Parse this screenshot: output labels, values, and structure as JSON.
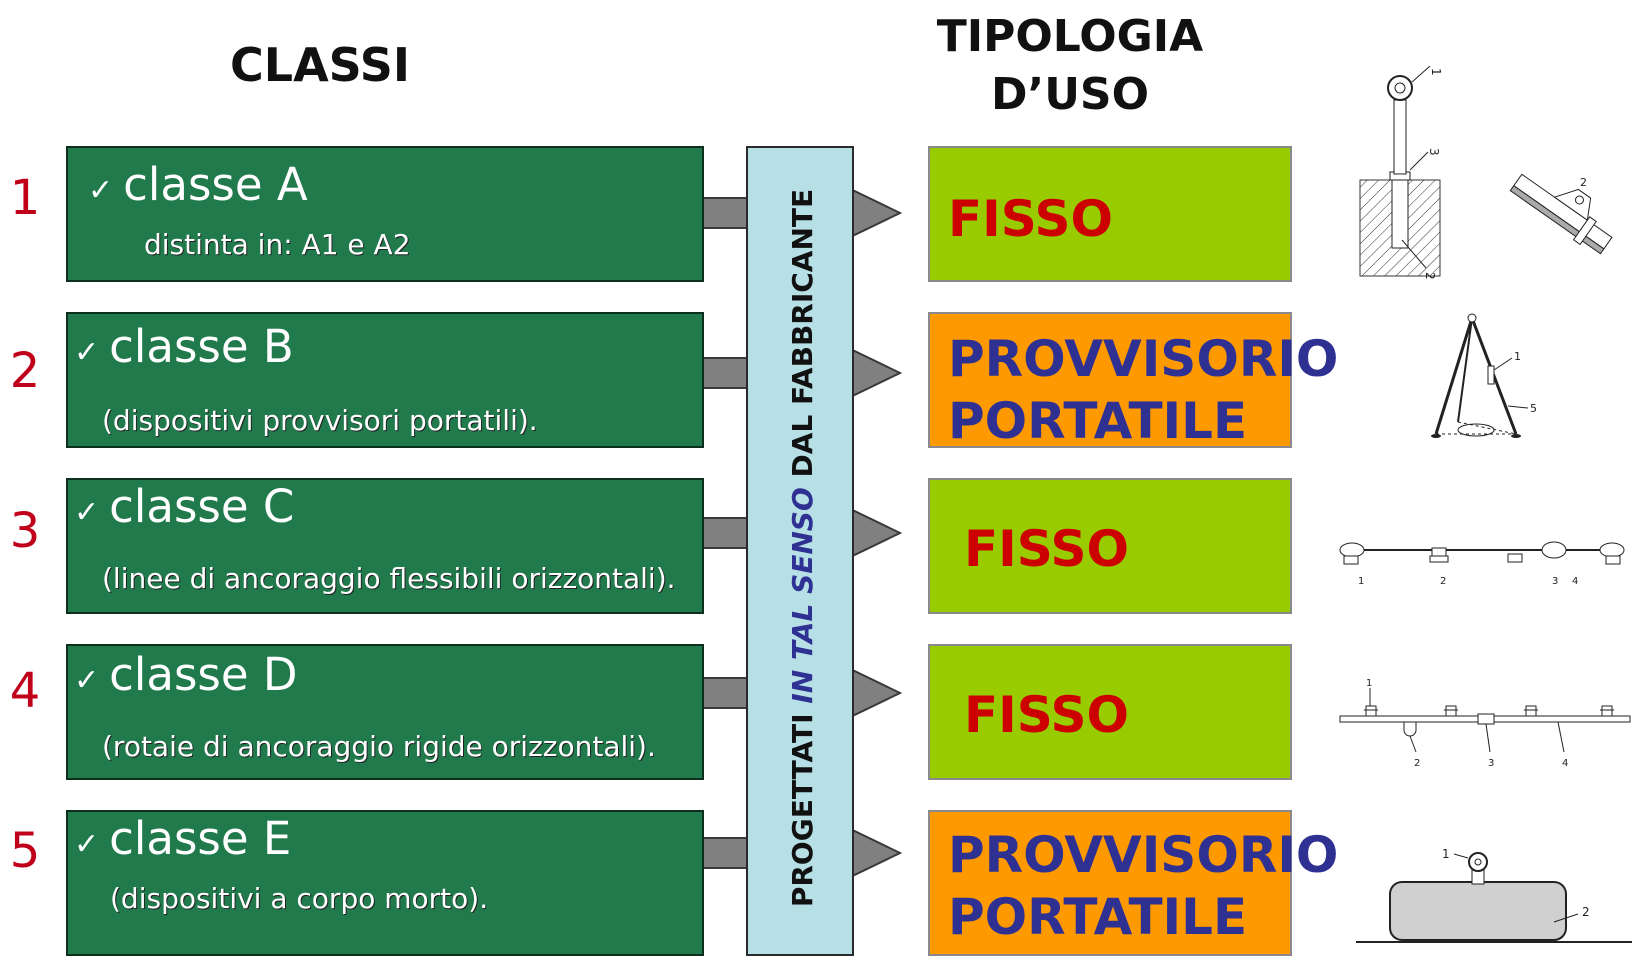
{
  "headings": {
    "classi": "CLASSI",
    "tipologia_line1": "TIPOLOGIA",
    "tipologia_line2": "D’USO"
  },
  "middle_bar": {
    "part1": "PROGETTATI ",
    "part2": "IN TAL SENSO",
    "part3": " DAL FABBRICANTE"
  },
  "rows": [
    {
      "number": "1",
      "check": "✓",
      "class_label": "classe A",
      "description": "distinta in: A1 e A2",
      "type_line1": "FISSO",
      "type_line2": ""
    },
    {
      "number": "2",
      "check": "✓",
      "class_label": "classe B",
      "description": "(dispositivi provvisori portatili).",
      "type_line1": "PROVVISORIO",
      "type_line2": "PORTATILE"
    },
    {
      "number": "3",
      "check": "✓",
      "class_label": "classe C",
      "description": "(linee di ancoraggio flessibili orizzontali).",
      "type_line1": "FISSO",
      "type_line2": ""
    },
    {
      "number": "4",
      "check": "✓",
      "class_label": "classe D",
      "description": "(rotaie di ancoraggio rigide orizzontali).",
      "type_line1": "FISSO",
      "type_line2": ""
    },
    {
      "number": "5",
      "check": "✓",
      "class_label": "classe E",
      "description": "(dispositivi a corpo morto).",
      "type_line1": "PROVVISORIO",
      "type_line2": "PORTATILE"
    }
  ],
  "figure_labels": {
    "fig1": [
      "1",
      "3",
      "2",
      "2"
    ],
    "fig2": [
      "1",
      "5"
    ],
    "fig3": [
      "1",
      "2",
      "3",
      "4"
    ],
    "fig4": [
      "1",
      "2",
      "3",
      "4"
    ],
    "fig5": [
      "1",
      "2"
    ]
  },
  "colors": {
    "class_box": "#207a4c",
    "fisso_box": "#99cc00",
    "portatile_box": "#ff9900",
    "number": "#c0001a",
    "fisso_text": "#cc0000",
    "portatile_text": "#2e3192",
    "middle_bar": "#b7e0e6"
  }
}
